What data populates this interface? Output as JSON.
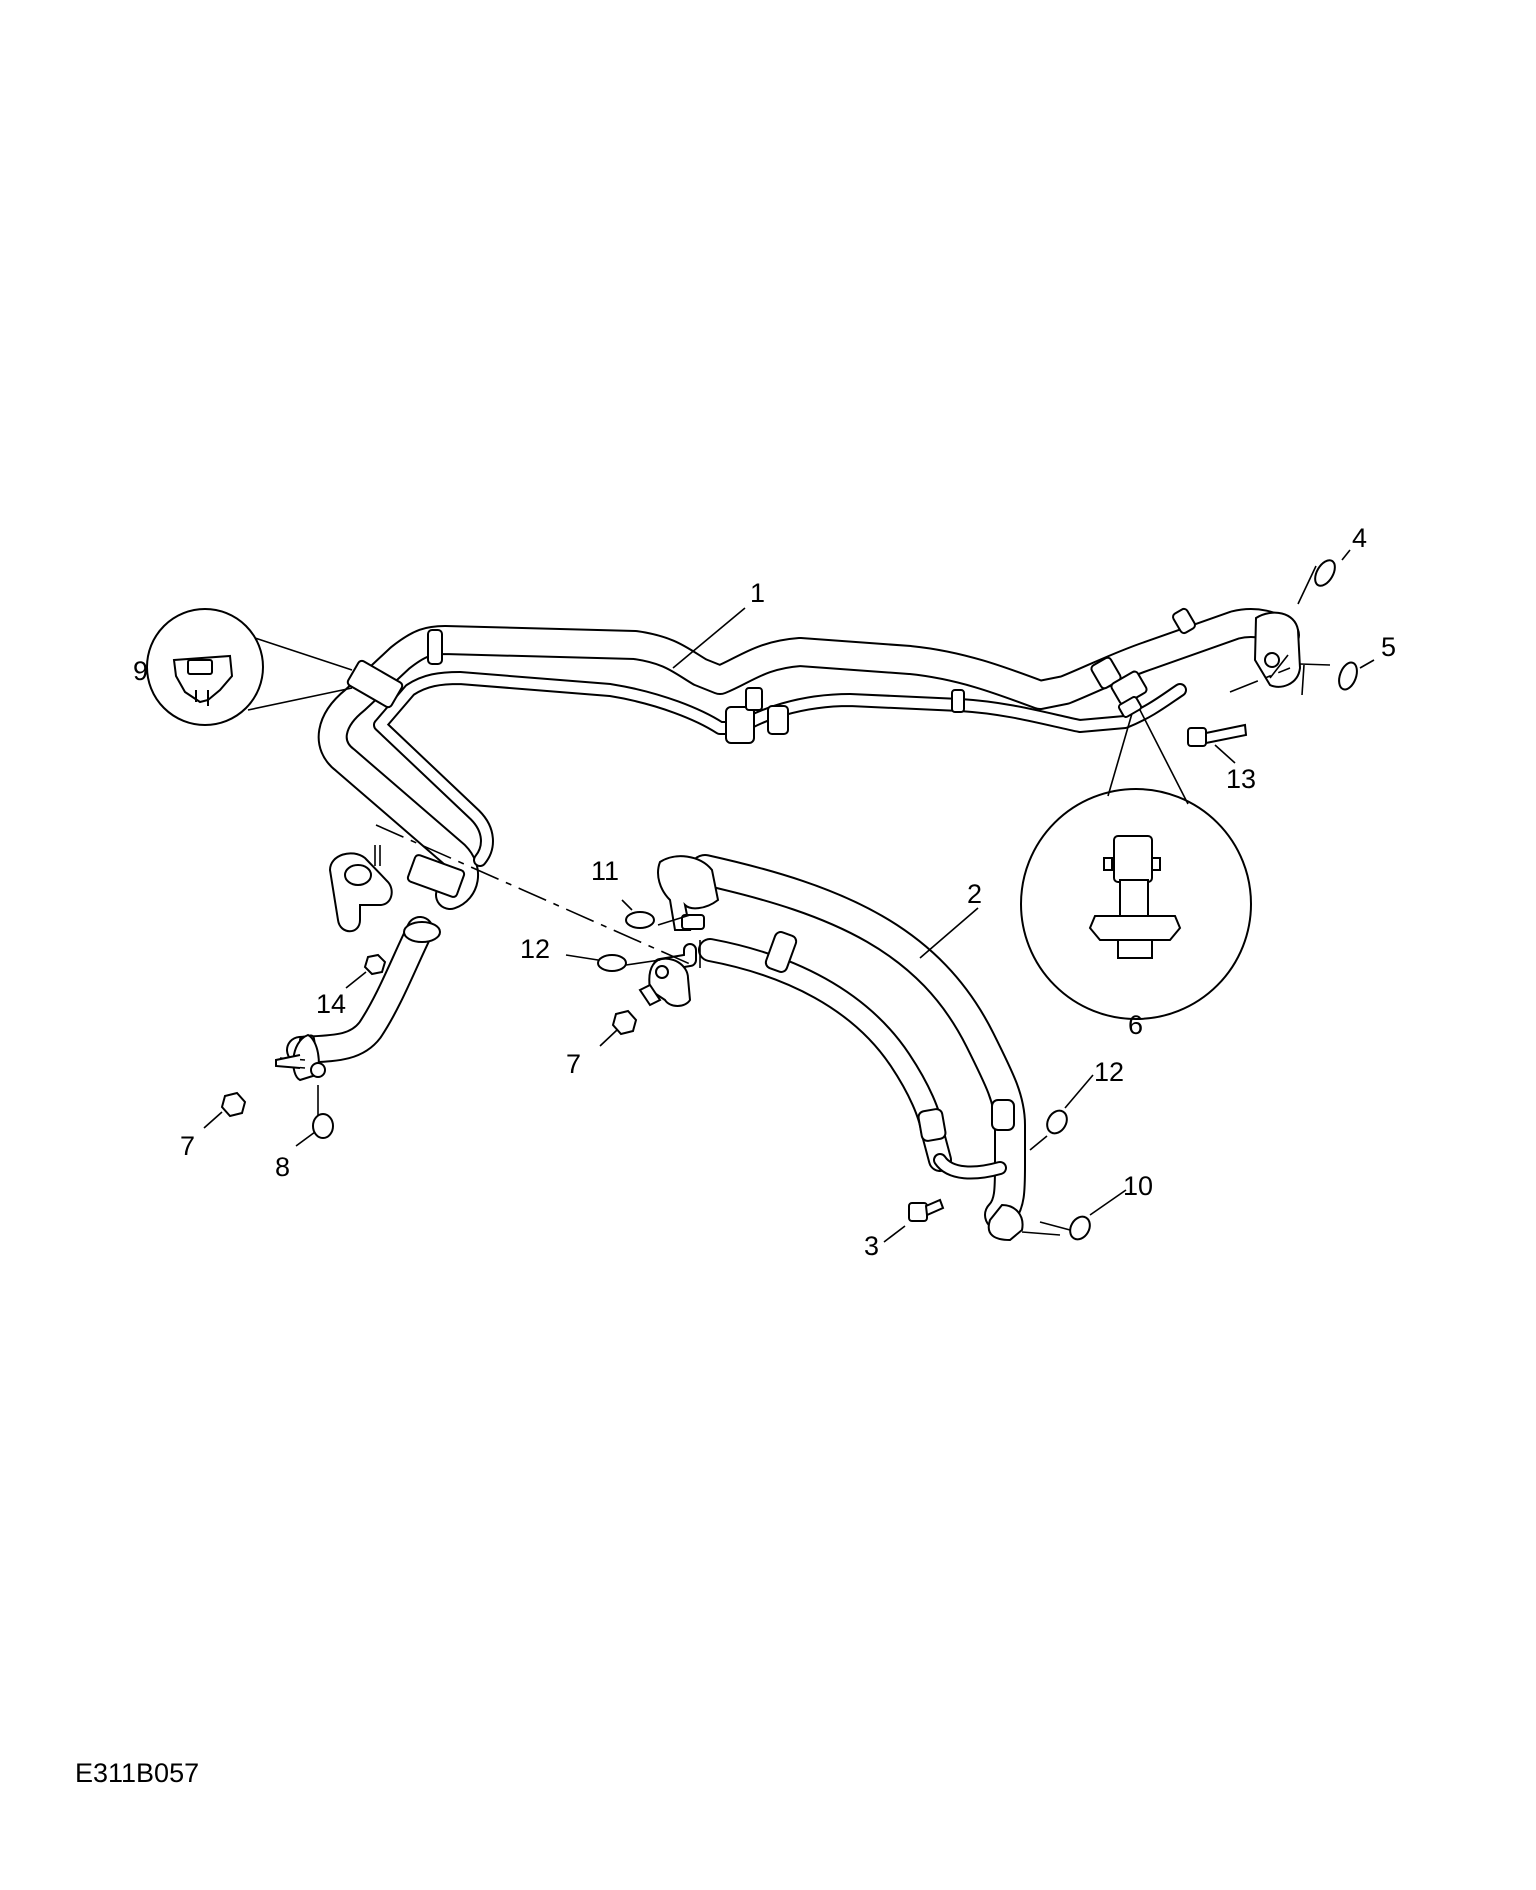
{
  "diagram": {
    "code": "E311B057",
    "callouts": [
      "1",
      "2",
      "3",
      "4",
      "5",
      "6",
      "7",
      "7",
      "8",
      "9",
      "10",
      "11",
      "12",
      "12",
      "13",
      "14"
    ]
  }
}
